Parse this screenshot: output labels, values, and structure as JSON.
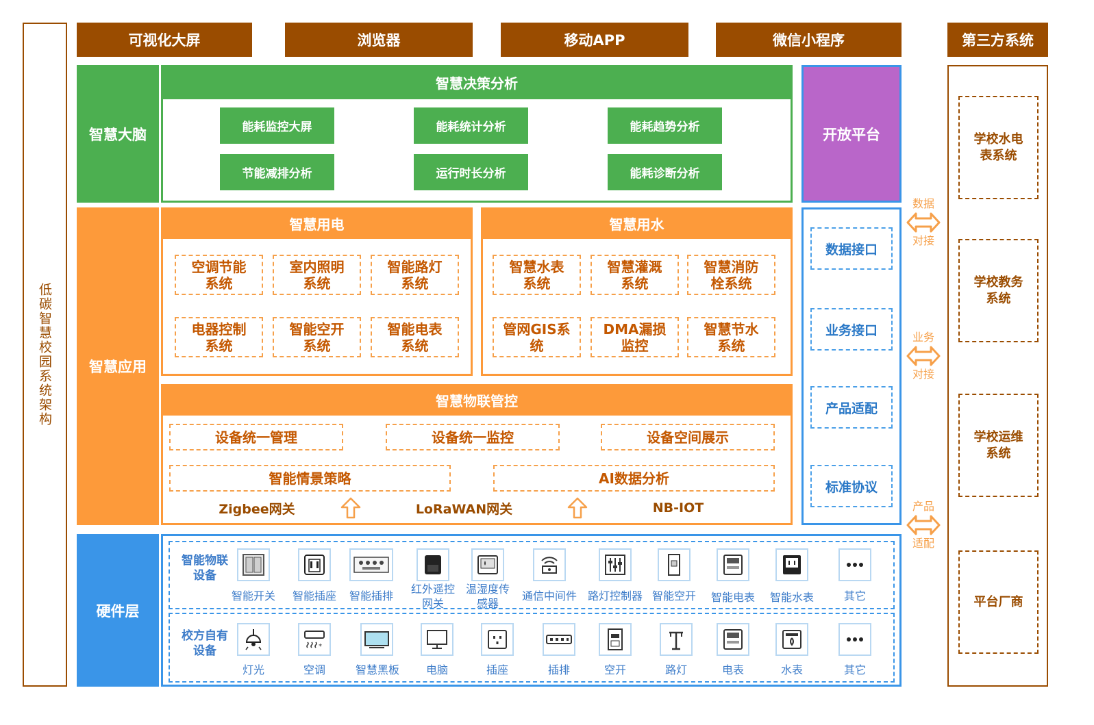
{
  "left_label": "低碳智慧校园系统架构",
  "top_channels": [
    "可视化大屏",
    "浏览器",
    "移动APP",
    "微信小程序"
  ],
  "third_party": {
    "title": "第三方系统",
    "items": [
      "学校水电表系统",
      "学校教务系统",
      "学校运维系统",
      "平台厂商"
    ]
  },
  "brain": {
    "label": "智慧大脑",
    "title": "智慧决策分析",
    "items": [
      "能耗监控大屏",
      "能耗统计分析",
      "能耗趋势分析",
      "节能减排分析",
      "运行时长分析",
      "能耗诊断分析"
    ]
  },
  "open_platform": {
    "title": "开放平台",
    "items": [
      "数据接口",
      "业务接口",
      "产品适配",
      "标准协议"
    ]
  },
  "connectors": [
    {
      "top": "数据",
      "bottom": "对接"
    },
    {
      "top": "业务",
      "bottom": "对接"
    },
    {
      "top": "产品",
      "bottom": "适配"
    }
  ],
  "app": {
    "label": "智慧应用",
    "power": {
      "title": "智慧用电",
      "items": [
        "空调节能系统",
        "室内照明系统",
        "智能路灯系统",
        "电器控制系统",
        "智能空开系统",
        "智能电表系统"
      ]
    },
    "water": {
      "title": "智慧用水",
      "items": [
        "智慧水表系统",
        "智慧灌溉系统",
        "智慧消防栓系统",
        "管网GIS系统",
        "DMA漏损监控",
        "智慧节水系统"
      ]
    },
    "iot": {
      "title": "智慧物联管控",
      "row1": [
        "设备统一管理",
        "设备统一监控",
        "设备空间展示"
      ],
      "row2": [
        "智能情景策略",
        "AI数据分析"
      ],
      "gateways": [
        "Zigbee网关",
        "LoRaWAN网关",
        "NB-IOT"
      ]
    }
  },
  "hardware": {
    "label": "硬件层",
    "iot_group": {
      "label": "智能物联设备",
      "devices": [
        "智能开关",
        "智能插座",
        "智能插排",
        "红外遥控网关",
        "温湿度传感器",
        "通信中间件",
        "路灯控制器",
        "智能空开",
        "智能电表",
        "智能水表",
        "其它"
      ]
    },
    "own_group": {
      "label": "校方自有设备",
      "devices": [
        "灯光",
        "空调",
        "智慧黑板",
        "电脑",
        "插座",
        "插排",
        "空开",
        "路灯",
        "电表",
        "水表",
        "其它"
      ]
    }
  },
  "colors": {
    "brown": "#9a4c00",
    "green": "#4caf50",
    "orange": "#fd9a3a",
    "blue": "#3a95e8",
    "purple": "#b966c9"
  }
}
